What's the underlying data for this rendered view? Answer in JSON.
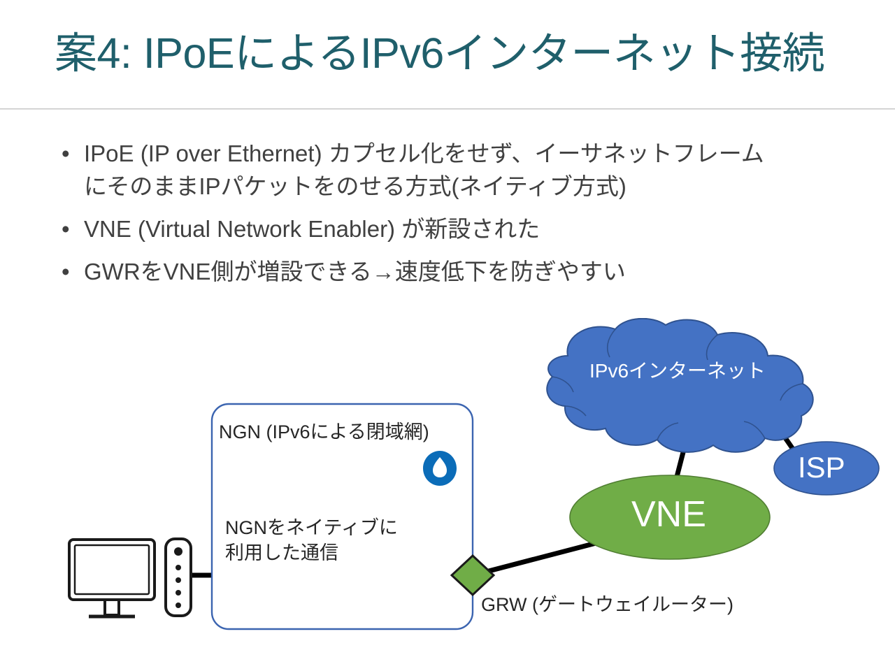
{
  "slide": {
    "title": "案4: IPoEによるIPv6インターネット接続",
    "title_color": "#1F5F6B",
    "background_color": "#FFFFFF",
    "divider_color": "#C8C8C8"
  },
  "bullets": [
    {
      "marker": "•",
      "text": "IPoE (IP over Ethernet) カプセル化をせず、イーサネットフレーム\nにそのままIPパケットをのせる方式(ネイティブ方式)"
    },
    {
      "marker": "•",
      "text": "VNE (Virtual Network Enabler) が新設された"
    },
    {
      "marker": "•",
      "text": "GWRをVNE側が増設できる→速度低下を防ぎやすい"
    }
  ],
  "diagram": {
    "ngn_box": {
      "title": "NGN (IPv6による閉域網)",
      "note": "NGNをネイティブに\n利用した通信",
      "border_color": "#3B64B0",
      "fill_color": "#FFFFFF",
      "icon": "ntt-logo-icon",
      "icon_color": "#0B6CB8"
    },
    "cloud": {
      "label": "IPv6インターネット",
      "fill_color": "#4472C4",
      "stroke_color": "#2F528F",
      "text_color": "#FFFFFF"
    },
    "vne": {
      "label": "VNE",
      "fill_color": "#70AD47",
      "stroke_color": "#507E32",
      "text_color": "#FFFFFF"
    },
    "isp": {
      "label": "ISP",
      "fill_color": "#4472C4",
      "stroke_color": "#2F528F",
      "text_color": "#FFFFFF"
    },
    "grw": {
      "label": "GRW (ゲートウェイルーター)",
      "fill_color": "#70AD47",
      "stroke_color": "#1A1A1A"
    },
    "endpoints": {
      "monitor": "desktop-monitor-icon",
      "onu": "onu-device-icon",
      "onu_port_count": 5
    },
    "link_color": "#000000"
  }
}
